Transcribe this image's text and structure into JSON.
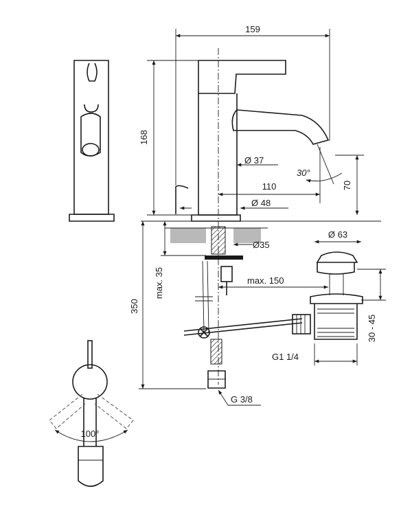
{
  "dimensions": {
    "width_159": "159",
    "height_168": "168",
    "spout_dia": "Ø 37",
    "angle_30": "30°",
    "spout_110": "110",
    "spout_70": "70",
    "base_dia": "Ø 48",
    "hole_dia": "Ø35",
    "max_35": "max. 35",
    "total_350": "350",
    "max_150": "max. 150",
    "waste_dia": "Ø 63",
    "range_30_45": "30 - 45",
    "thread_g114": "G1 1/4",
    "thread_g38": "G 3/8",
    "rotation": "100°"
  }
}
